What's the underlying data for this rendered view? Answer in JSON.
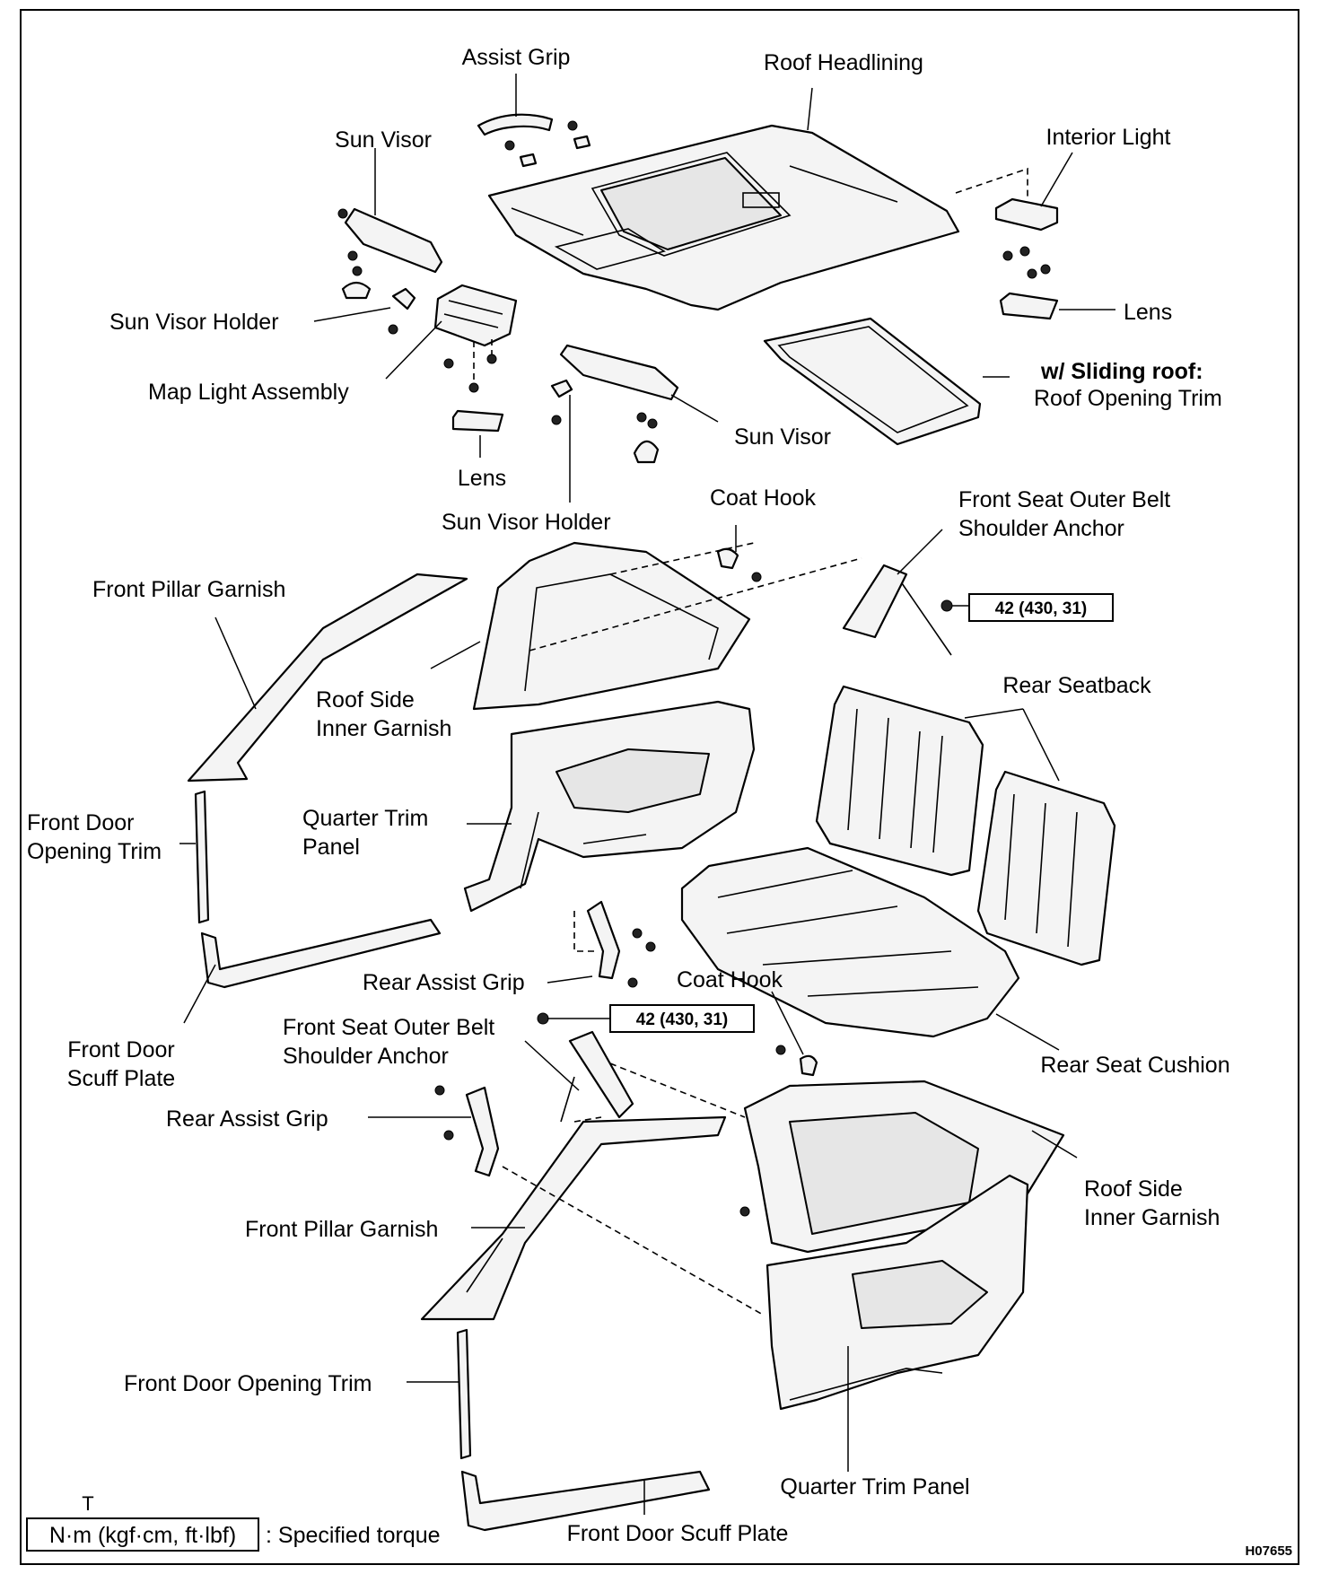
{
  "labels": {
    "assist_grip": "Assist Grip",
    "roof_headlining": "Roof Headlining",
    "sun_visor_top": "Sun Visor",
    "interior_light": "Interior Light",
    "sun_visor_holder_left": "Sun Visor Holder",
    "lens_right": "Lens",
    "map_light_assembly": "Map Light Assembly",
    "sliding_roof_note": "w/ Sliding roof:",
    "roof_opening_trim": "Roof Opening Trim",
    "sun_visor_lower": "Sun Visor",
    "lens_lower": "Lens",
    "sun_visor_holder_center": "Sun Visor Holder",
    "coat_hook_top": "Coat Hook",
    "front_seat_anchor_top_1": "Front Seat Outer Belt",
    "front_seat_anchor_top_2": "Shoulder Anchor",
    "front_pillar_garnish_top": "Front Pillar Garnish",
    "roof_side_inner_garnish_top_1": "Roof Side",
    "roof_side_inner_garnish_top_2": "Inner Garnish",
    "rear_seatback": "Rear Seatback",
    "front_door_opening_trim_left_1": "Front Door",
    "front_door_opening_trim_left_2": "Opening Trim",
    "quarter_trim_panel_top_1": "Quarter Trim",
    "quarter_trim_panel_top_2": "Panel",
    "rear_assist_grip_top": "Rear Assist Grip",
    "coat_hook_lower": "Coat Hook",
    "front_door_scuff_plate_left_1": "Front Door",
    "front_door_scuff_plate_left_2": "Scuff Plate",
    "front_seat_anchor_lower_1": "Front Seat Outer Belt",
    "front_seat_anchor_lower_2": "Shoulder Anchor",
    "rear_seat_cushion": "Rear Seat Cushion",
    "rear_assist_grip_lower": "Rear Assist Grip",
    "roof_side_inner_garnish_lower_1": "Roof Side",
    "roof_side_inner_garnish_lower_2": "Inner Garnish",
    "front_pillar_garnish_lower": "Front Pillar Garnish",
    "front_door_opening_trim_lower": "Front Door Opening Trim",
    "quarter_trim_panel_lower": "Quarter Trim Panel",
    "front_door_scuff_plate_lower": "Front Door Scuff Plate"
  },
  "torque": {
    "upper": "42 (430, 31)",
    "lower": "42 (430, 31)"
  },
  "legend": {
    "unit": "N·m (kgf·cm, ft·lbf)",
    "description": ": Specified torque",
    "mark": "T"
  },
  "figure_code": "H07655"
}
